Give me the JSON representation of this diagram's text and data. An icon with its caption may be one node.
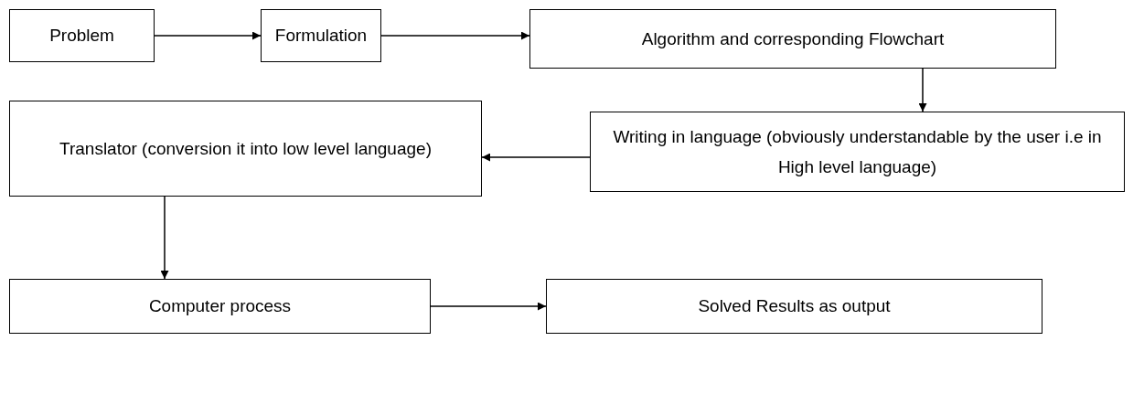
{
  "diagram": {
    "nodes": [
      {
        "text": [
          "Problem"
        ]
      },
      {
        "text": [
          "Formulation"
        ]
      },
      {
        "text": [
          "Algorithm and corresponding Flowchart"
        ]
      },
      {
        "text": [
          "Writing in language (obviously understandable by the user i.e in High level language)"
        ]
      },
      {
        "text": [
          "Translator (conversion it into low level language)"
        ]
      },
      {
        "text": [
          "Computer process"
        ]
      },
      {
        "text": [
          "Solved Results as output"
        ]
      }
    ],
    "edges": [
      {
        "from": 0,
        "to": 1,
        "arrow": "to"
      },
      {
        "from": 1,
        "to": 2,
        "arrow": "to"
      },
      {
        "from": 2,
        "to": 3,
        "arrow": "to"
      },
      {
        "from": 3,
        "to": 4,
        "arrow": "to"
      },
      {
        "from": 4,
        "to": 5,
        "arrow": "to"
      },
      {
        "from": 5,
        "to": 6,
        "arrow": "to"
      }
    ]
  }
}
